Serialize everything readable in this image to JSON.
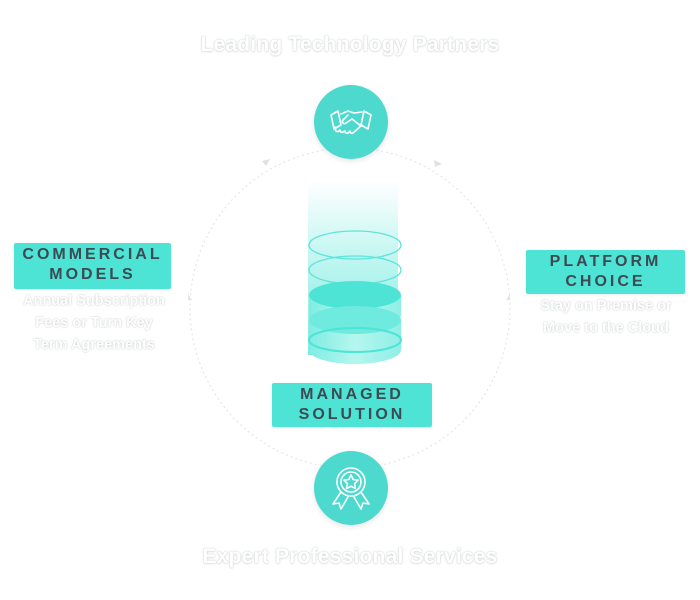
{
  "headings": {
    "top": "Leading Technology Partners",
    "bottom": "Expert Professional Services"
  },
  "nodes": {
    "commercial": {
      "title_line1": "COMMERCIAL",
      "title_line2": "MODELS",
      "desc_line1": "Annual Subscription",
      "desc_line2": "Fees or Turn Key",
      "desc_line3": "Term Agreements"
    },
    "platform": {
      "title_line1": "PLATFORM",
      "title_line2": "CHOICE",
      "desc_line1": "Stay on Premise or",
      "desc_line2": "Move to the Cloud"
    },
    "managed": {
      "title_line1": "MANAGED",
      "title_line2": "SOLUTION"
    }
  },
  "icons": {
    "top": "handshake-icon",
    "bottom": "award-ribbon-icon",
    "center": "stacked-database-icon"
  },
  "colors": {
    "accent": "#4ed9cf",
    "tag": "#4de4d6",
    "tag_text": "#3d4a52",
    "ring": "#e3e7ea"
  }
}
